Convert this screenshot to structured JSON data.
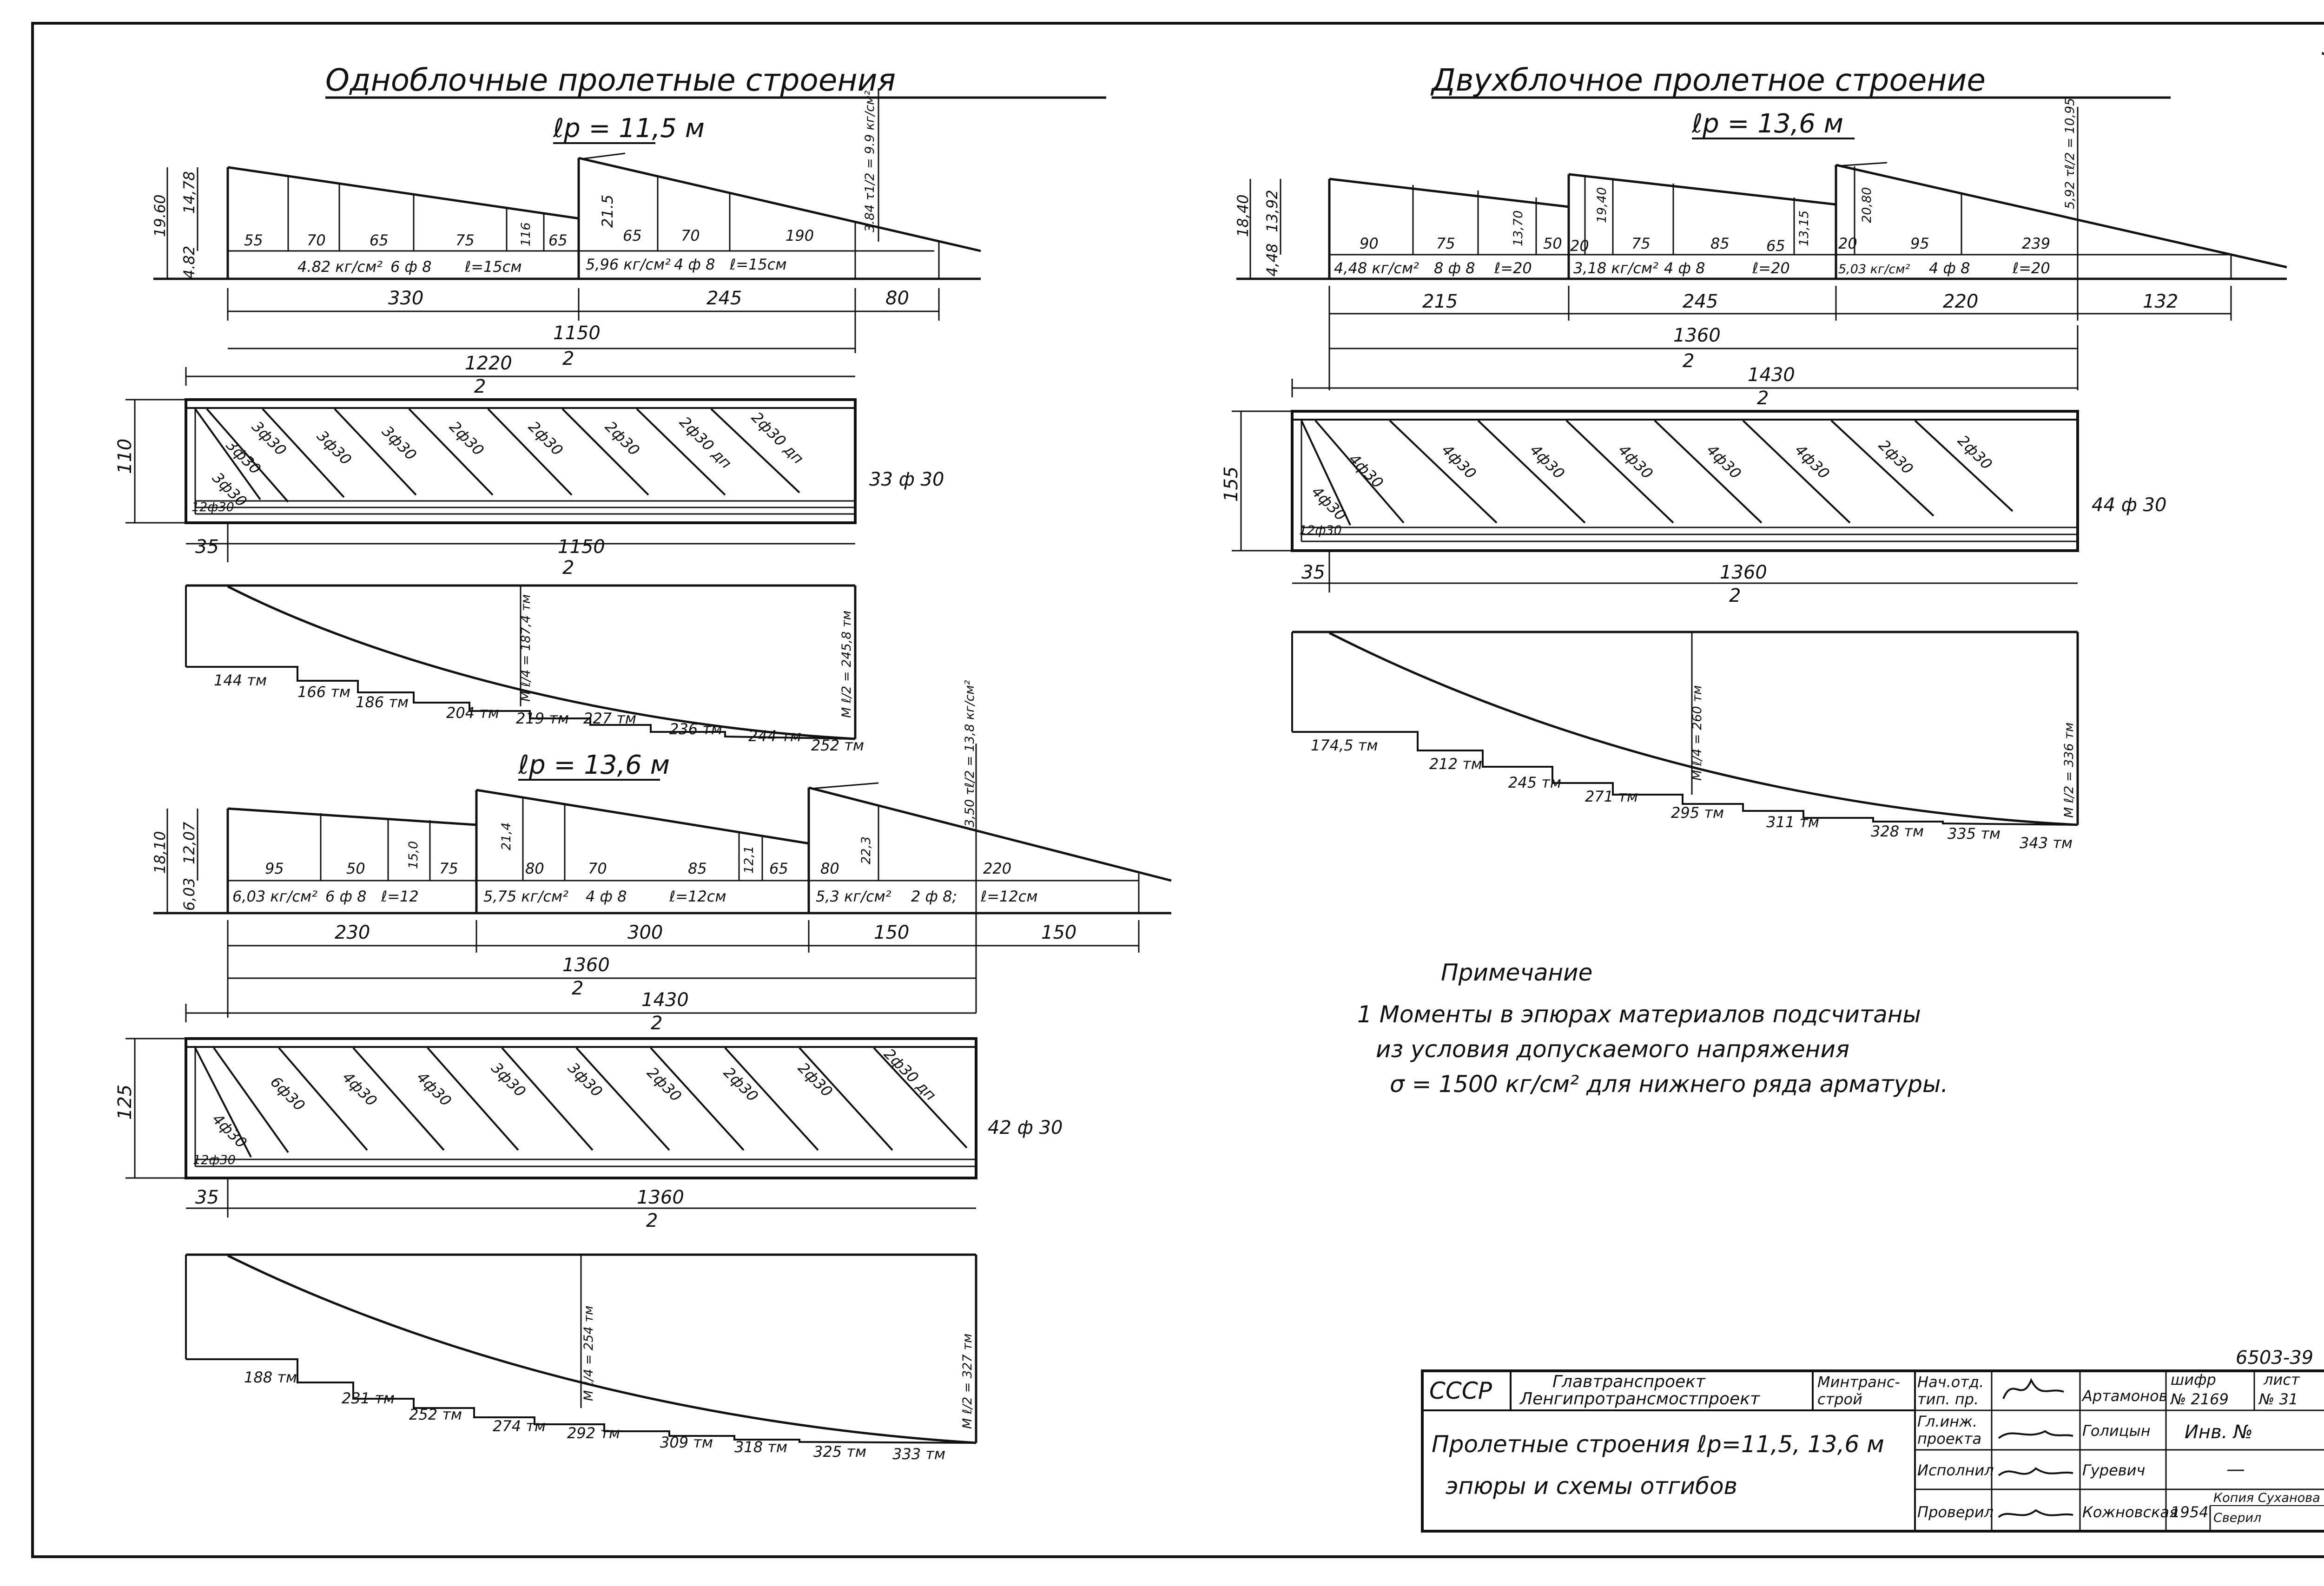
{
  "sheet_number": "39",
  "left": {
    "title": "Однoблочные пролетные строения",
    "sub1": "ℓр = 11,5 м",
    "sub2": "ℓр = 13,6 м"
  },
  "right": {
    "title": "Двухблочное пролетное строение",
    "sub": "ℓр = 13,6 м"
  },
  "d1": {
    "h1": "19.60",
    "h2": "14,78",
    "h3": "4.82",
    "vals": [
      "55",
      "70",
      "65",
      "75",
      "116",
      "65",
      "21.5",
      "65",
      "70",
      "190"
    ],
    "rate1": "4.82 кг/см²",
    "bars1": "6 ф 8",
    "len1": "ℓ=15см",
    "rate2": "5,96 кг/см²",
    "bars2": "4 ф 8",
    "len2": "ℓ=15см",
    "side": "3.84 τ1/2 = 9.9 кг/см²",
    "dims": [
      "330",
      "245",
      "80"
    ]
  },
  "beam1": {
    "d1150": "1150",
    "d1220": "1220",
    "two": "2",
    "h": "110",
    "main": "33 ф 30",
    "b12": "12ф30",
    "d35": "35",
    "bends": [
      "3ф30",
      "3ф30",
      "3ф30",
      "3ф30",
      "3ф30",
      "2ф30",
      "2ф30",
      "2ф30",
      "2ф30 дп"
    ]
  },
  "m1": {
    "labels": [
      "144 тм",
      "166 тм",
      "186 тм",
      "204 тм",
      "219 тм",
      "227 тм",
      "236 тм",
      "244 тм",
      "252 тм"
    ],
    "m4": "М ℓ/4 = 187,4 тм",
    "m2": "М ℓ/2 = 245,8 тм"
  },
  "d2": {
    "h1": "18,10",
    "h2": "12,07",
    "h3": "6,03",
    "vals": [
      "95",
      "50",
      "15,0",
      "75",
      "21,4",
      "80",
      "70",
      "85",
      "12,1",
      "65",
      "80",
      "22,3",
      "220"
    ],
    "rate1": "6,03 кг/см²",
    "bars1": "6 ф 8",
    "len1": "ℓ=12",
    "rate2": "5,75 кг/см²",
    "bars2": "4 ф 8",
    "len2": "ℓ=12см",
    "rate3": "5,3 кг/см²",
    "bars3": "2 ф 8;",
    "len3": "ℓ=12см",
    "side": "3,50 τℓ/2 = 13,8 кг/см²",
    "dims": [
      "230",
      "300",
      "150",
      "150"
    ]
  },
  "beam2": {
    "d1360": "1360",
    "d1430": "1430",
    "two": "2",
    "h": "125",
    "main": "42 ф 30",
    "b12": "12ф30",
    "d35": "35",
    "bends": [
      "4ф30",
      "6ф30",
      "4ф30",
      "4ф30",
      "3ф30",
      "3ф30",
      "2ф30",
      "2ф30",
      "2ф30",
      "2ф30 дп"
    ]
  },
  "m2": {
    "labels": [
      "188 тм",
      "231 тм",
      "252 тм",
      "274 тм",
      "292 тм",
      "309 тм",
      "318 тм",
      "325 тм",
      "333 тм"
    ],
    "m4": "М ℓ/4 = 254 тм",
    "m2": "М ℓ/2 = 327 тм"
  },
  "d3": {
    "h1": "18,40",
    "h2": "13,92",
    "h3": "4,48",
    "vals": [
      "90",
      "75",
      "13,70",
      "50",
      "20",
      "19,40",
      "75",
      "85",
      "65",
      "13,15",
      "20",
      "20,80",
      "95",
      "239"
    ],
    "rate1": "4,48 кг/см²",
    "bars1": "8 ф 8",
    "len1": "ℓ=20",
    "rate2": "3,18 кг/см²",
    "bars2": "4 ф 8",
    "len2": "ℓ=20",
    "rate3": "5,03 кг/см²",
    "bars3": "4 ф 8",
    "len3": "ℓ=20",
    "side": "5,92 τℓ/2 = 10,95",
    "dims": [
      "215",
      "245",
      "220",
      "132"
    ]
  },
  "beam3": {
    "d1360": "1360",
    "d1430": "1430",
    "two": "2",
    "h": "155",
    "main": "44 ф 30",
    "b12": "12ф30",
    "d35": "35",
    "bends": [
      "4ф30",
      "4ф30",
      "4ф30",
      "4ф30",
      "4ф30",
      "4ф30",
      "4ф30",
      "2ф30",
      "2ф30"
    ]
  },
  "m3": {
    "labels": [
      "174,5 тм",
      "212 тм",
      "245 тм",
      "271 тм",
      "295 тм",
      "311 тм",
      "328 тм",
      "335 тм",
      "343 тм"
    ],
    "m4": "М ℓ/4 = 260 тм",
    "m2": "М ℓ/2 = 336 тм"
  },
  "note": {
    "title": "Примечание",
    "line1": "1 Моменты в эпюрах материалов подсчитаны",
    "line2": "из условия допускаемого напряжения",
    "line3": "σ = 1500 кг/см²  для нижнего  ряда арматуры."
  },
  "titleblock": {
    "code": "6503-39",
    "ussr": "СССР",
    "org1": "Главтранспроект",
    "org2": "Ленгипротрансмостпроект",
    "ministry1": "Минтранс-",
    "ministry2": "строй",
    "role1a": "Нач.отд.",
    "role1b": "тип. пр.",
    "role2a": "Гл.инж.",
    "role2b": "проекта",
    "role3": "Исполнил",
    "role4": "Проверил",
    "name1": "Артамонов",
    "name2": "Голицын",
    "name3": "Гуревич",
    "name4": "Кожновская",
    "cipher_label": "шифр",
    "cipher": "№ 2169",
    "sheet_label": "лист",
    "sheet": "№ 31",
    "inv": "Инв. №",
    "dash": "—",
    "year": "1954",
    "copy1": "Копия Суханова",
    "copy2": "Сверил",
    "caption1": "Пролетные строения ℓр=11,5, 13,6 м",
    "caption2": "эпюры  и  схемы  отгибов"
  }
}
